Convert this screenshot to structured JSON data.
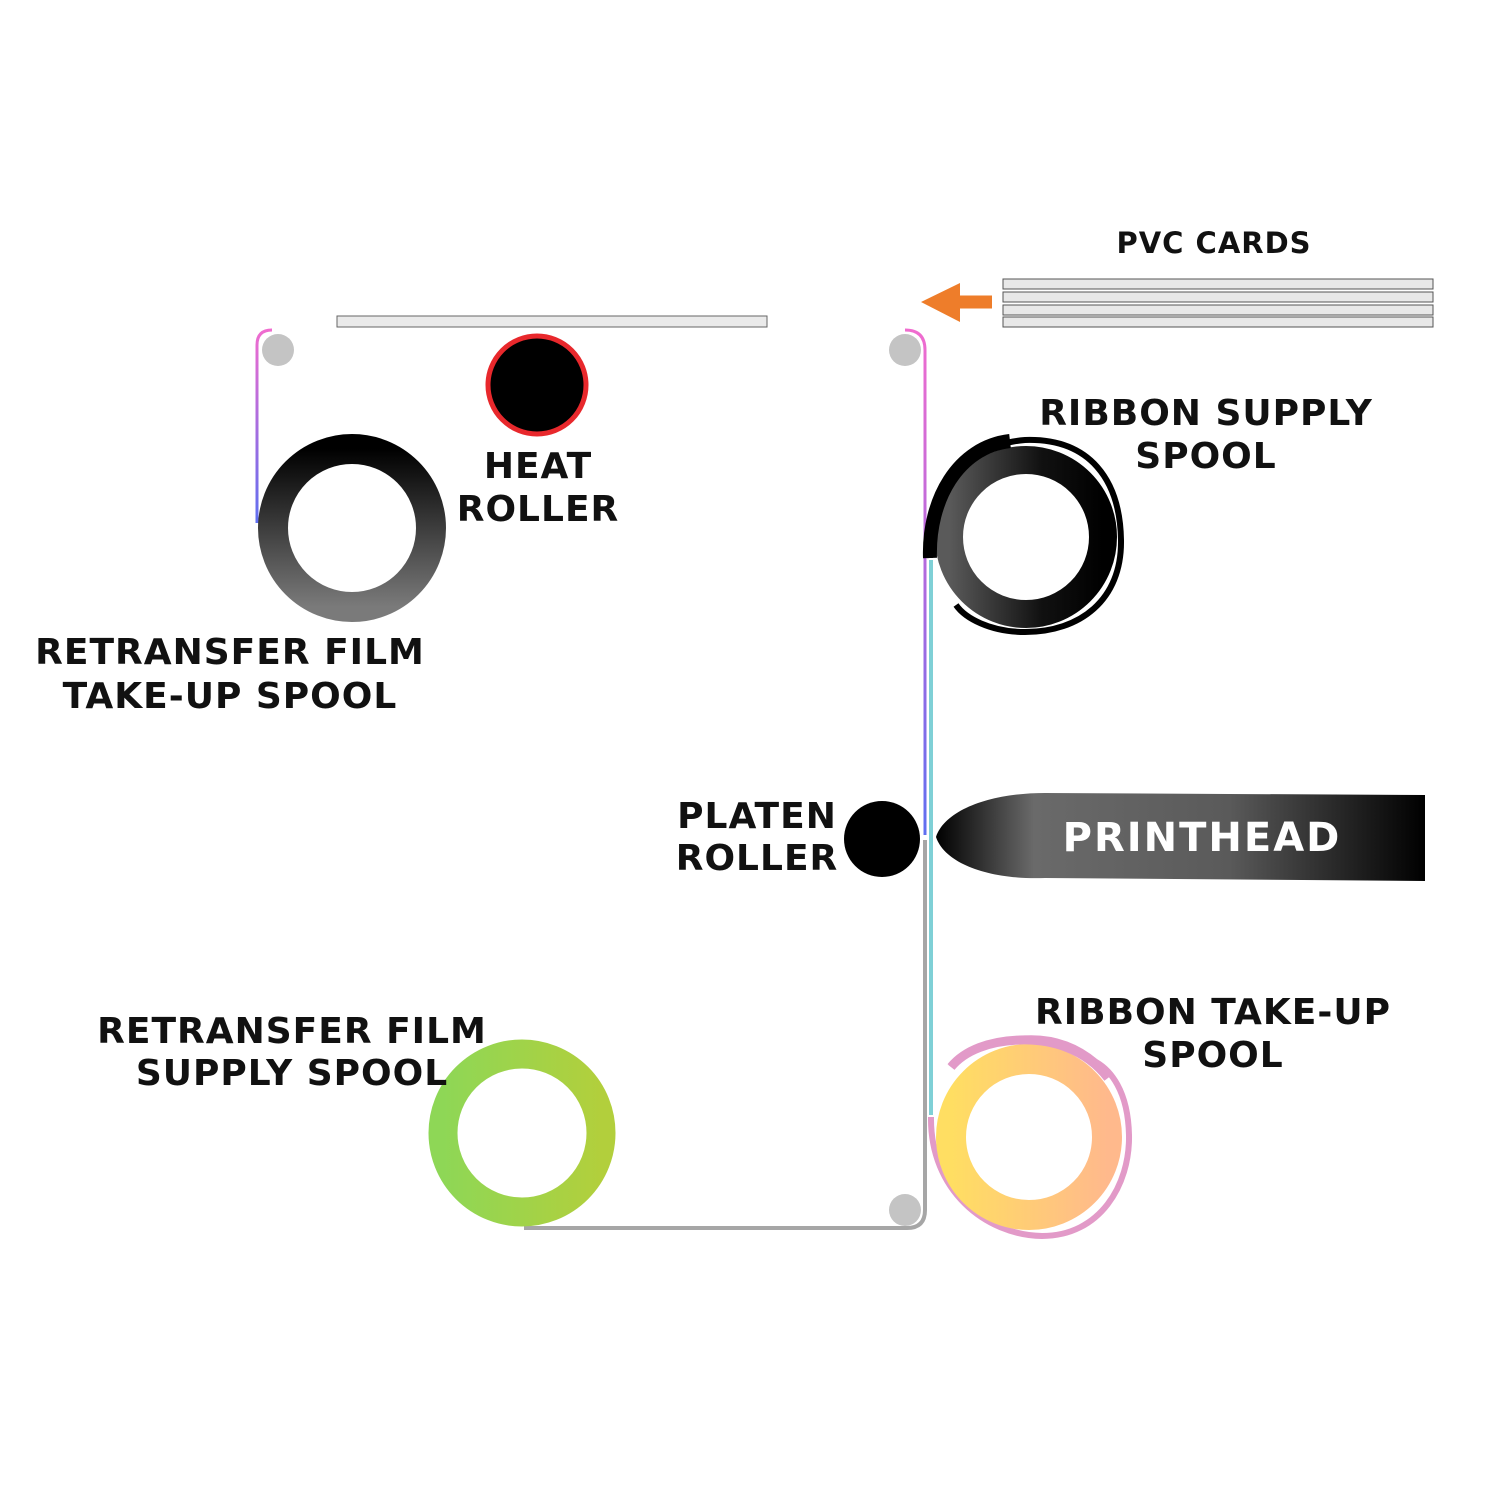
{
  "labels": {
    "pvc_cards": "PVC CARDS",
    "heat_roller": [
      "HEAT",
      "ROLLER"
    ],
    "ribbon_supply_spool": [
      "RIBBON SUPPLY",
      "SPOOL"
    ],
    "retransfer_takeup_spool": [
      "RETRANSFER FILM",
      "TAKE-UP SPOOL"
    ],
    "platen_roller": [
      "PLATEN",
      "ROLLER"
    ],
    "printhead": "PRINTHEAD",
    "retransfer_supply_spool": [
      "RETRANSFER FILM",
      "SUPPLY SPOOL"
    ],
    "ribbon_takeup_spool": [
      "RIBBON TAKE-UP",
      "SPOOL"
    ]
  },
  "colors": {
    "feed_arrow": "#ee7d2a",
    "heat_roller_ring": "#e8282c",
    "film_blue": "#6a6cf2",
    "film_pink": "#f06ccf",
    "ribbon_cyan": "#7fd0d6",
    "return_path_gray": "#a6a6a6",
    "idler_roller_gray": "#c4c4c4",
    "supply_spool_green_start": "#8ed756",
    "supply_spool_green_end": "#b2cf3c",
    "takeup_spool_yellow": "#ffd966",
    "takeup_spool_peach": "#ffbc8a",
    "takeup_spool_outline_pink": "#e29ac8"
  },
  "icons": {
    "feed_arrow": "arrow-left-icon"
  }
}
